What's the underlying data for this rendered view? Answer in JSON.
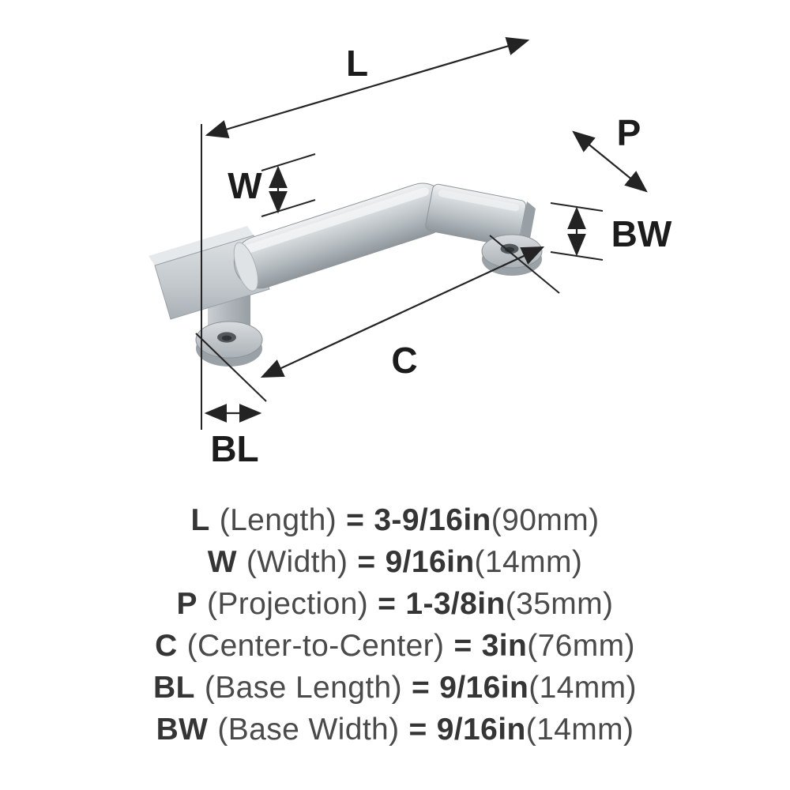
{
  "diagram": {
    "labels": {
      "length": "L",
      "width": "W",
      "projection": "P",
      "base_width": "BW",
      "center_to_center": "C",
      "base_length": "BL"
    }
  },
  "legend": {
    "rows": [
      {
        "symbol": "L",
        "name": "(Length)",
        "equals": "=",
        "value": "3-9/16in",
        "metric": "(90mm)"
      },
      {
        "symbol": "W",
        "name": "(Width)",
        "equals": "=",
        "value": "9/16in",
        "metric": "(14mm)"
      },
      {
        "symbol": "P",
        "name": "(Projection)",
        "equals": "=",
        "value": "1-3/8in",
        "metric": "(35mm)"
      },
      {
        "symbol": "C",
        "name": "(Center-to-Center)",
        "equals": "=",
        "value": "3in",
        "metric": "(76mm)"
      },
      {
        "symbol": "BL",
        "name": "(Base Length)",
        "equals": "=",
        "value": "9/16in",
        "metric": "(14mm)"
      },
      {
        "symbol": "BW",
        "name": "(Base Width)",
        "equals": "=",
        "value": "9/16in",
        "metric": "(14mm)"
      }
    ]
  },
  "colors": {
    "line": "#242424",
    "text": "#3d3d3d",
    "metal_light": "#eceef0",
    "metal_mid": "#c4c9cd",
    "metal_dark": "#9298a0",
    "hole_dark": "#303437"
  }
}
